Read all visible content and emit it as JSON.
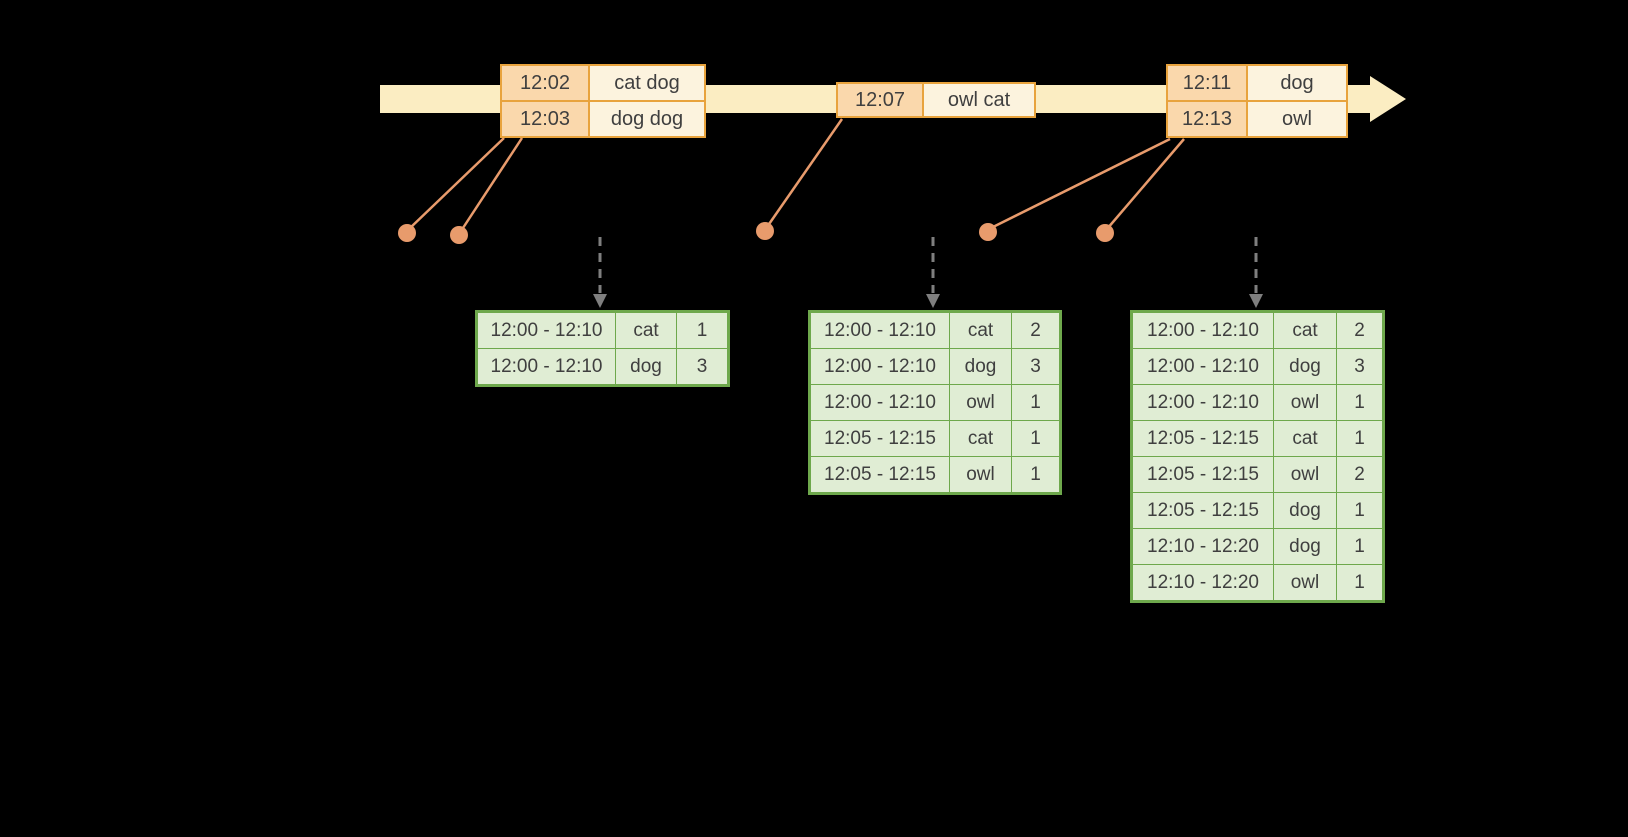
{
  "colors": {
    "background": "#000000",
    "timeline_fill": "#FBEDC2",
    "event_border": "#E8A33D",
    "event_time_fill": "#FAD8AC",
    "event_word_fill": "#FCF3DE",
    "connector": "#E89B6C",
    "dot": "#E89B6C",
    "dashed_arrow": "#7F7F7F",
    "result_border": "#6EA84C",
    "result_fill": "#E0EDD4",
    "text": "#3F3F3F"
  },
  "timeline": {
    "events": [
      {
        "rows": [
          {
            "time": "12:02",
            "words": "cat dog"
          },
          {
            "time": "12:03",
            "words": "dog dog"
          }
        ]
      },
      {
        "rows": [
          {
            "time": "12:07",
            "words": "owl cat"
          }
        ]
      },
      {
        "rows": [
          {
            "time": "12:11",
            "words": "dog"
          },
          {
            "time": "12:13",
            "words": "owl"
          }
        ]
      }
    ]
  },
  "results": [
    {
      "rows": [
        [
          "12:00 - 12:10",
          "cat",
          "1"
        ],
        [
          "12:00 - 12:10",
          "dog",
          "3"
        ]
      ]
    },
    {
      "rows": [
        [
          "12:00 - 12:10",
          "cat",
          "2"
        ],
        [
          "12:00 - 12:10",
          "dog",
          "3"
        ],
        [
          "12:00 - 12:10",
          "owl",
          "1"
        ],
        [
          "12:05 - 12:15",
          "cat",
          "1"
        ],
        [
          "12:05 - 12:15",
          "owl",
          "1"
        ]
      ]
    },
    {
      "rows": [
        [
          "12:00 - 12:10",
          "cat",
          "2"
        ],
        [
          "12:00 - 12:10",
          "dog",
          "3"
        ],
        [
          "12:00 - 12:10",
          "owl",
          "1"
        ],
        [
          "12:05 - 12:15",
          "cat",
          "1"
        ],
        [
          "12:05 - 12:15",
          "owl",
          "2"
        ],
        [
          "12:05 - 12:15",
          "dog",
          "1"
        ],
        [
          "12:10 - 12:20",
          "dog",
          "1"
        ],
        [
          "12:10 - 12:20",
          "owl",
          "1"
        ]
      ]
    }
  ]
}
